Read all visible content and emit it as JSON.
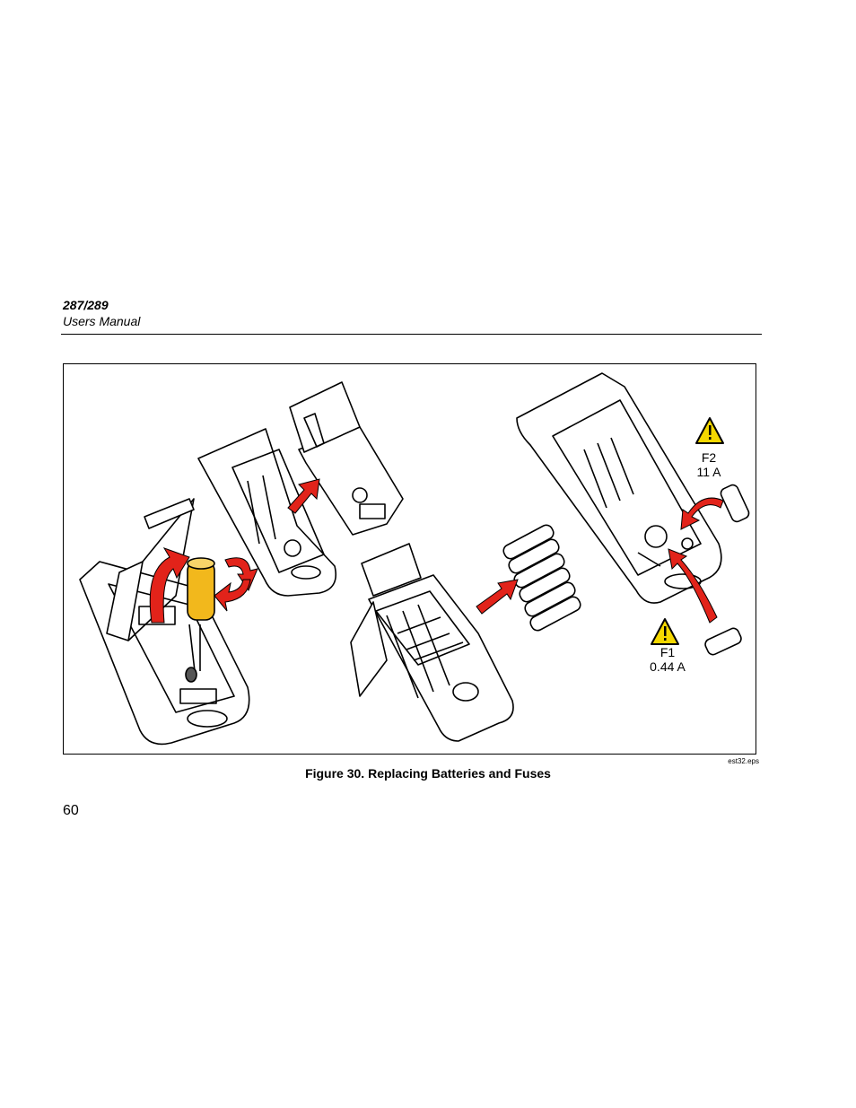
{
  "header": {
    "model": "287/289",
    "manual": "Users Manual"
  },
  "figure": {
    "fuse_f2": {
      "label": "F2",
      "rating": "11 A"
    },
    "fuse_f1": {
      "label": "F1",
      "rating": "0.44 A"
    },
    "file_tag": "est32.eps",
    "caption": "Figure 30. Replacing Batteries and Fuses"
  },
  "footer": {
    "page_number": "60"
  },
  "colors": {
    "arrow_red": "#e2231a",
    "screwdriver_yellow": "#f2b81c",
    "warning_yellow": "#f5d800"
  }
}
